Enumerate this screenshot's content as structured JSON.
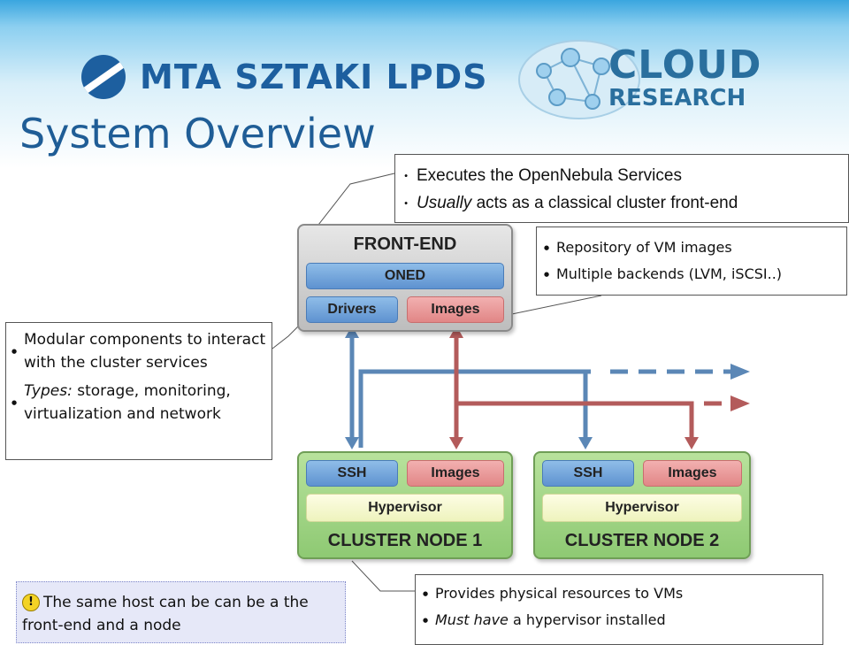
{
  "header": {
    "logo_text": "MTA SZTAKI LPDS",
    "cloud_word": "CLOUD",
    "research_word": "RESEARCH",
    "title": "System Overview"
  },
  "callouts": {
    "frontend": [
      "Executes the OpenNebula Services",
      "acts as a classical cluster front-end"
    ],
    "frontend_italic": "Usually",
    "repo": [
      "Repository of VM images",
      "Multiple backends (LVM, iSCSI..)"
    ],
    "modular_1": "Modular components to interact with the cluster services",
    "modular_2_italic": "Types:",
    "modular_2": "storage, monitoring, virtualization and network",
    "physical_1": "Provides physical resources to VMs",
    "physical_2_italic": "Must have",
    "physical_2": "a hypervisor installed",
    "note": "The same host can be can be a the front-end and a node"
  },
  "diagram": {
    "frontend": {
      "title": "FRONT-END",
      "oned": "ONED",
      "drivers": "Drivers",
      "images": "Images"
    },
    "node1": {
      "ssh": "SSH",
      "images": "Images",
      "hypervisor": "Hypervisor",
      "title": "CLUSTER NODE 1"
    },
    "node2": {
      "ssh": "SSH",
      "images": "Images",
      "hypervisor": "Hypervisor",
      "title": "CLUSTER NODE 2"
    }
  },
  "colors": {
    "title": "#1f5d96",
    "blue_line": "#5b87b6",
    "red_line": "#b35b5b",
    "node_green": "#8ec973"
  }
}
